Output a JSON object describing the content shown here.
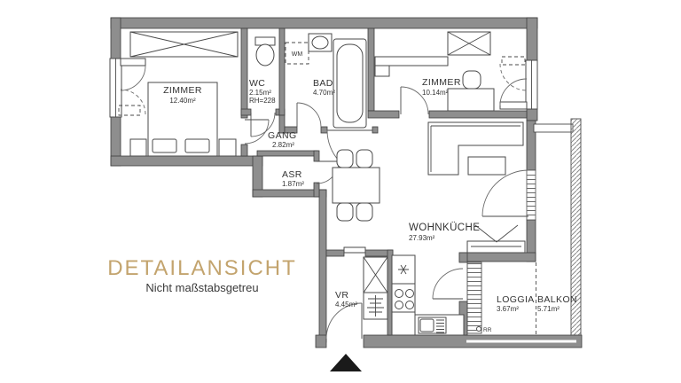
{
  "title": {
    "text": "DETAILANSICHT",
    "subtitle": "Nicht maßstabsgetreu"
  },
  "colors": {
    "accent_gold": "#c3a46e",
    "wall_gray": "#8e8e8e",
    "line_dark": "#3d3d3d",
    "text_dark": "#333333"
  },
  "rooms": {
    "zimmer1": {
      "name": "ZIMMER",
      "area": "12.40m²"
    },
    "wc": {
      "name": "WC",
      "area": "2.15m²",
      "note": "RH=228"
    },
    "bad": {
      "name": "BAD",
      "area": "4.70m²"
    },
    "zimmer2": {
      "name": "ZIMMER",
      "area": "10.14m²"
    },
    "gang": {
      "name": "GANG",
      "area": "2.82m²"
    },
    "asr": {
      "name": "ASR",
      "area": "1.87m²"
    },
    "wohnkueche": {
      "name": "WOHNKÜCHE",
      "area": "27.93m²"
    },
    "vr": {
      "name": "VR",
      "area": "4.45m²"
    },
    "loggia": {
      "name": "LOGGIA",
      "area": "3.67m²"
    },
    "balkon": {
      "name": "BALKON",
      "area": "5.71m²"
    }
  },
  "annotations": {
    "washing_machine": "WM",
    "rain_pipe": "RR"
  }
}
